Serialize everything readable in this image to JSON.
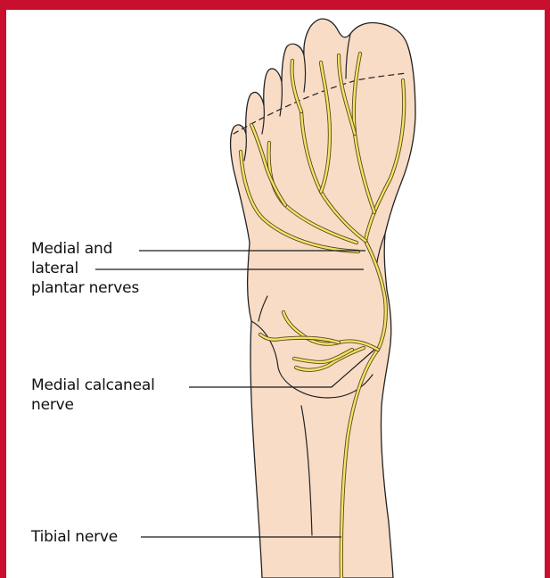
{
  "colors": {
    "frame": "#c8102e",
    "skin": "#f9dcc6",
    "nerve": "#f3e36a"
  },
  "labels": {
    "medial_lateral_plantar_line1": "Medial and",
    "medial_lateral_plantar_line2": "lateral",
    "medial_lateral_plantar_line3": "plantar nerves",
    "medial_calcaneal_line1": "Medial calcaneal",
    "medial_calcaneal_line2": "nerve",
    "tibial": "Tibial nerve"
  }
}
